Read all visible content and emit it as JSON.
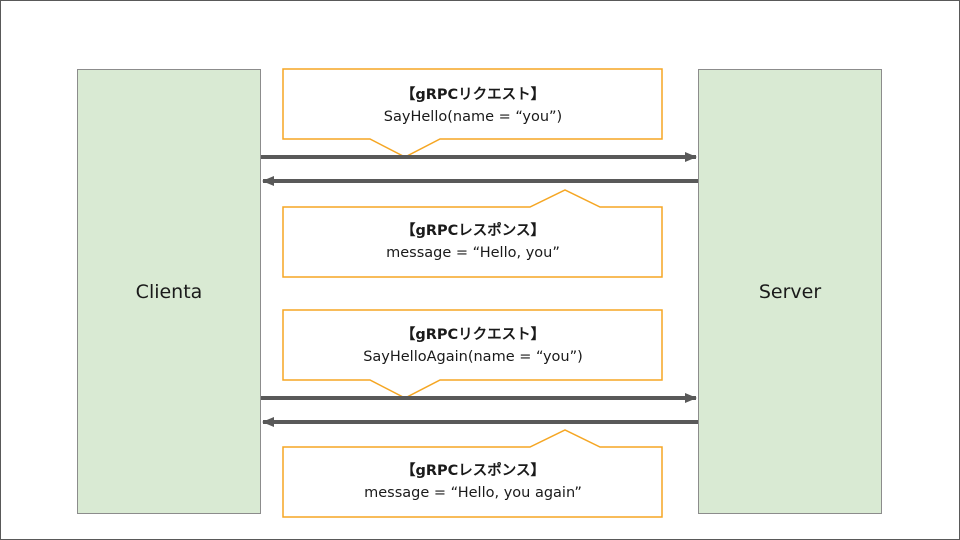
{
  "participants": {
    "client": "Clienta",
    "server": "Server"
  },
  "messages": [
    {
      "kind": "request",
      "direction": "client-to-server",
      "title": "【gRPCリクエスト】",
      "body": "SayHello(name = “you”)"
    },
    {
      "kind": "response",
      "direction": "server-to-client",
      "title": "【gRPCレスポンス】",
      "body": "message = “Hello, you”"
    },
    {
      "kind": "request",
      "direction": "client-to-server",
      "title": "【gRPCリクエスト】",
      "body": "SayHelloAgain(name = “you”)"
    },
    {
      "kind": "response",
      "direction": "server-to-client",
      "title": "【gRPCレスポンス】",
      "body": "message = “Hello, you again”"
    }
  ],
  "colors": {
    "lane_fill": "#d9ead3",
    "callout_border": "#f5a623",
    "arrow": "#595959"
  }
}
